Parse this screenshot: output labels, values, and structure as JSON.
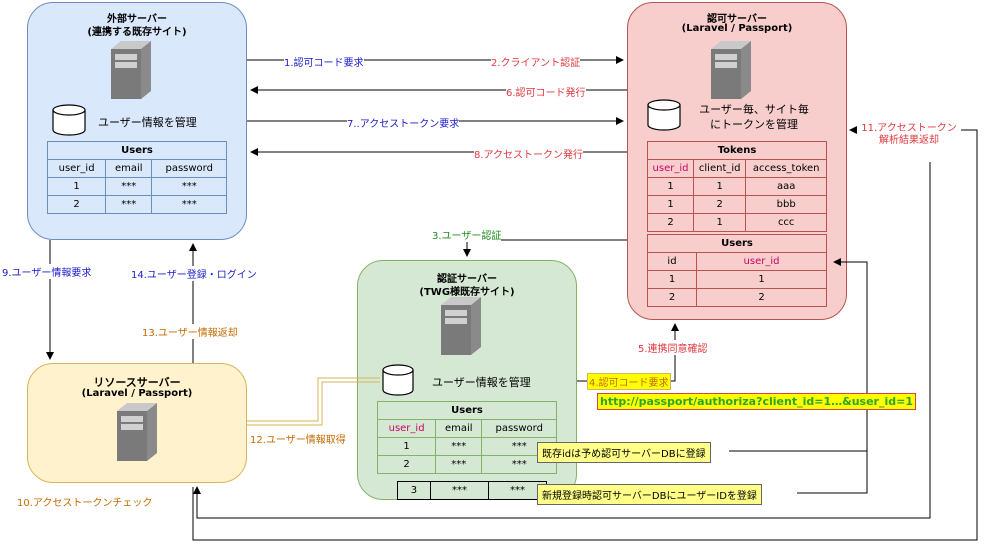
{
  "nodes": {
    "external": {
      "title1": "外部サーバー",
      "title2": "(連携する既存サイト)",
      "db_label": "ユーザー情報を管理"
    },
    "auth_server": {
      "title1": "認可サーバー",
      "title2": "(Laravel / Passport)",
      "db_label1": "ユーザー毎、サイト毎",
      "db_label2": "にトークンを管理"
    },
    "cert_server": {
      "title1": "認証サーバー",
      "title2": "(TWG様既存サイト)",
      "db_label": "ユーザー情報を管理"
    },
    "resource": {
      "title1": "リソースサーバー",
      "title2": "(Laravel / Passport)"
    }
  },
  "tables": {
    "external_users": {
      "title": "Users",
      "headers": [
        "user_id",
        "email",
        "password"
      ],
      "rows": [
        [
          "1",
          "***",
          "***"
        ],
        [
          "2",
          "***",
          "***"
        ]
      ]
    },
    "tokens": {
      "title": "Tokens",
      "headers": [
        "user_id",
        "client_id",
        "access_token"
      ],
      "rows": [
        [
          "1",
          "1",
          "aaa"
        ],
        [
          "1",
          "2",
          "bbb"
        ],
        [
          "2",
          "1",
          "ccc"
        ]
      ]
    },
    "auth_users": {
      "title": "Users",
      "headers": [
        "id",
        "user_id"
      ],
      "rows": [
        [
          "1",
          "1"
        ],
        [
          "2",
          "2"
        ]
      ]
    },
    "cert_users": {
      "title": "Users",
      "headers": [
        "user_id",
        "email",
        "password"
      ],
      "rows": [
        [
          "1",
          "***",
          "***"
        ],
        [
          "2",
          "***",
          "***"
        ]
      ],
      "extra_row": [
        "3",
        "***",
        "***"
      ]
    }
  },
  "steps": {
    "s1": "1.認可コード要求",
    "s2": "2.クライアント認証",
    "s3": "3.ユーザー認証",
    "s4": "4.認可コード要求",
    "s5": "5.連携同意確認",
    "s6": "6.認可コード発行",
    "s7": "7..アクセストークン要求",
    "s8": "8.アクセストークン発行",
    "s9": "9.ユーザー情報要求",
    "s10": "10.アクセストークンチェック",
    "s11a": "11.アクセストークン",
    "s11b": "解析結果返却",
    "s12": "12.ユーザー情報取得",
    "s13": "13.ユーザー情報返却",
    "s14": "14.ユーザー登録・ログイン"
  },
  "notes": {
    "url": "http://passport/authoriza?client_id=1…&user_id=1",
    "existing_id": "既存idは予め認可サーバーDBに登録",
    "new_register": "新規登録時認可サーバーDBにユーザーIDを登録"
  },
  "colors": {
    "external_fill": "#dae8fc",
    "external_border": "#6c8ebf",
    "auth_fill": "#f8cecc",
    "auth_border": "#b85450",
    "cert_fill": "#d5e8d4",
    "cert_border": "#82b366",
    "resource_fill": "#fff2cc",
    "resource_border": "#d6b656",
    "note_fill": "#ffff88",
    "url_fill": "#ffff00",
    "url_text": "#2aa52a"
  }
}
